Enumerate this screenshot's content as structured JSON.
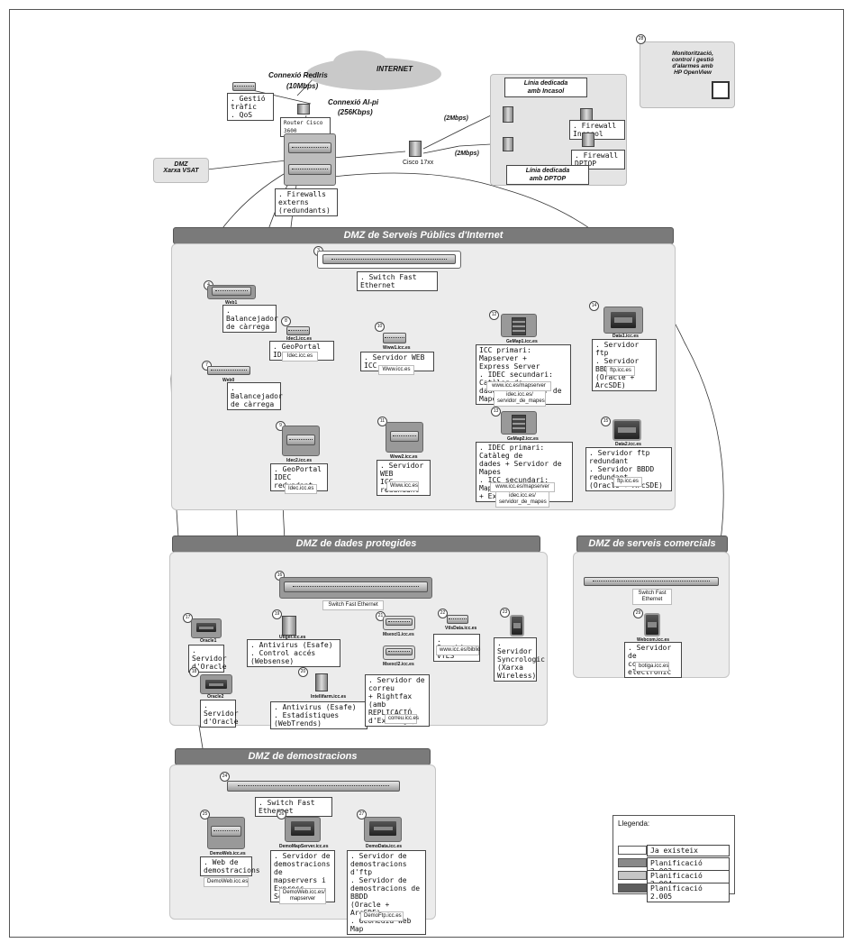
{
  "top": {
    "internet": "INTERNET",
    "connexio_redlris": "Connexió RedIris",
    "speed_10": "(10Mbps)",
    "connexio_alpi": "Connexió Al-pi",
    "speed_256": "(256Kbps)",
    "gestio_label": ". Gestió tràfic\n. QoS",
    "router_label": "Router Cisco 3600",
    "firewalls_label": ". Firewalls externs\n(redundants)",
    "cisco_label": "Cisco 17xx",
    "speed_2a": "(2Mbps)",
    "speed_2b": "(2Mbps)",
    "linia_incasol": "Línia dedicada\namb Incasol",
    "firewall_incasol": ". Firewall Incasol",
    "firewall_dptop": ". Firewall DPTOP",
    "linia_dptop": "Línia dedicada\namb DPTOP",
    "dmz_vsat": "DMZ\nXarxa VSAT",
    "monitor_num": "28",
    "monitor_text": "Monitorització,\ncontrol i gestió\nd'alarmes amb\nHP OpenView"
  },
  "public": {
    "title": "DMZ de Serveis Públics d'Internet",
    "switch_num": "3",
    "switch_label": ". Switch Fast Ethernet",
    "lb1_num": "4",
    "lb1_tag": "Web1",
    "lb1_label": ". Balancejador\nde càrrega",
    "lb2_num": "7",
    "lb2_tag": "Web0",
    "lb2_label": ". Balancejador\nde càrrega",
    "n8_num": "8",
    "n8_tag": "Idec1.icc.es",
    "n8_label": ". GeoPortal IDEC",
    "n8_url": "Idec.icc.es",
    "n10_num": "10",
    "n10_tag": "Www1.icc.es",
    "n10_label": ". Servidor WEB ICC",
    "n10_url": "Www.icc.es",
    "n12_num": "12",
    "n12_tag": "GeMap1.icc.es",
    "n12_label": "ICC primari: Mapserver +\nExpress Server\n. IDEC secundari: Catàleg de\ndades + Servidor de Mapes",
    "n12_url1": "www.icc.es/mapserver",
    "n12_url2": "idec.icc.es/\nservidor_de_mapes",
    "n14_num": "14",
    "n14_tag": "Data1.icc.es",
    "n14_label": ". Servidor ftp\n. Servidor BBDD\n(Oracle + ArcSDE)",
    "n14_url": "ftp.icc.es",
    "n9_num": "9",
    "n9_tag": "Idec2.icc.es",
    "n9_label": ". GeoPortal IDEC\nredundant",
    "n9_url": "Idec.icc.es",
    "n11_num": "11",
    "n11_tag": "Www2.icc.es",
    "n11_label": ". Servidor WEB\nICC redundant",
    "n11_url": "Www.icc.es",
    "n13_num": "13",
    "n13_tag": "GeMap2.icc.es",
    "n13_label": ". IDEC primari: Catàleg de\ndades + Servidor de Mapes\n. ICC secundari: Mapserver\n+ Express Server",
    "n13_url1": "www.icc.es/mapserver",
    "n13_url2": "idec.icc.es/\nservidor_de_mapes",
    "n15_num": "15",
    "n15_tag": "Data2.icc.es",
    "n15_label": ". Servidor ftp redundant\n. Servidor BBDD redundant\n(Oracle + ArcSDE)",
    "n15_url": "ftp.icc.es"
  },
  "protected": {
    "title": "DMZ de dades protegides",
    "switch_num": "16",
    "switch_label": "Switch Fast Ethernet",
    "n17_num": "17",
    "n17_tag": "Oracle1",
    "n17_label": ". Servidor\nd'Oracle",
    "n18_num": "18",
    "n18_tag": "Oracle2",
    "n18_label": ". Servidor\nd'Oracle",
    "n19_num": "19",
    "n19_tag": "Utiger.icc.es",
    "n19_label": ". Antivirus (Esafe)\n. Control accés (Websense)",
    "n20_num": "20",
    "n20_tag": "Intellifarm.icc.es",
    "n20_label": ". Antivirus (Esafe)\n. Estadístiques (WebTrends)",
    "n21_num": "21",
    "n21_tag1": "Msexcl1.icc.es",
    "n21_tag2": "Msexcl2.icc.es",
    "n21_label": ". Servidor de correu\n+ Rightfax\n(amb REPLICACIÓ\nd'Exchange)",
    "n21_url": "correu.icc.es",
    "n22_num": "22",
    "n22_tag": "VtlsData.icc.es",
    "n22_label": ". Servidor VTLS",
    "n22_url": "www.icc.es/biblio",
    "n23_num": "23",
    "n23_label": ". Servidor\nSyncrologic\n(Xarxa\nWireless)"
  },
  "commercial": {
    "title": "DMZ de serveis comercials",
    "switch_label": "Switch Fast Ethernet",
    "n29_num": "29",
    "n29_tag": "Webcom.icc.es",
    "n29_label": ". Servidor de\ncomerç electrònic",
    "n29_url": "botiga.icc.es"
  },
  "demo": {
    "title": "DMZ de demostracions",
    "switch_num": "24",
    "switch_label": ". Switch Fast Ethernet",
    "n25_num": "25",
    "n25_tag": "DemoWeb.icc.es",
    "n25_label": ". Web de\ndemostracions",
    "n25_url": "DemoWeb.icc.es",
    "n26_num": "26",
    "n26_tag": "DemoMapServer.icc.es",
    "n26_label": ". Servidor de\ndemostracions de\nmapservers i\nExpress Server",
    "n26_url": "DemoWeb.icc.es/\nmapserver",
    "n27_num": "27",
    "n27_tag": "DemoData.icc.es",
    "n27_label": ". Servidor de\ndemostracions d'ftp\n. Servidor de\ndemostracions de\nBBDD\n(Oracle + ArcSDE)\n. GeoMedia Web Map",
    "n27_url": "DemoFtp.icc.es"
  },
  "legend": {
    "title": "Llegenda:",
    "items": [
      {
        "label": "Ja existeix",
        "color": "#ffffff"
      },
      {
        "label": "Planificació 2.003",
        "color": "#8a8a8a"
      },
      {
        "label": "Planificació 2.004",
        "color": "#c6c6c6"
      },
      {
        "label": "Planificació 2.005",
        "color": "#5e5e5e"
      }
    ]
  }
}
